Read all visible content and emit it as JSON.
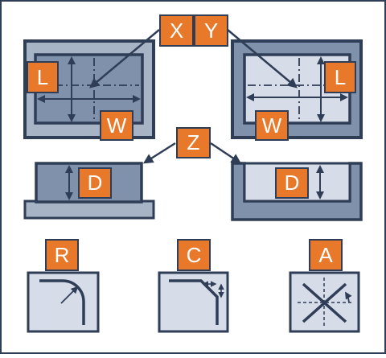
{
  "colors": {
    "outline": "#2f3d56",
    "fill_dark": "#7f91ab",
    "fill_light": "#d6dde8",
    "fill_mid": "#a7b4c6",
    "badge": "#e8792b",
    "badge_text": "#ffffff",
    "background": "#ffffff"
  },
  "labels": {
    "x": "X",
    "y": "Y",
    "z": "Z",
    "l_left": "L",
    "l_right": "L",
    "w_left": "W",
    "w_right": "W",
    "d_left": "D",
    "d_right": "D",
    "r": "R",
    "c": "C",
    "a": "A"
  }
}
